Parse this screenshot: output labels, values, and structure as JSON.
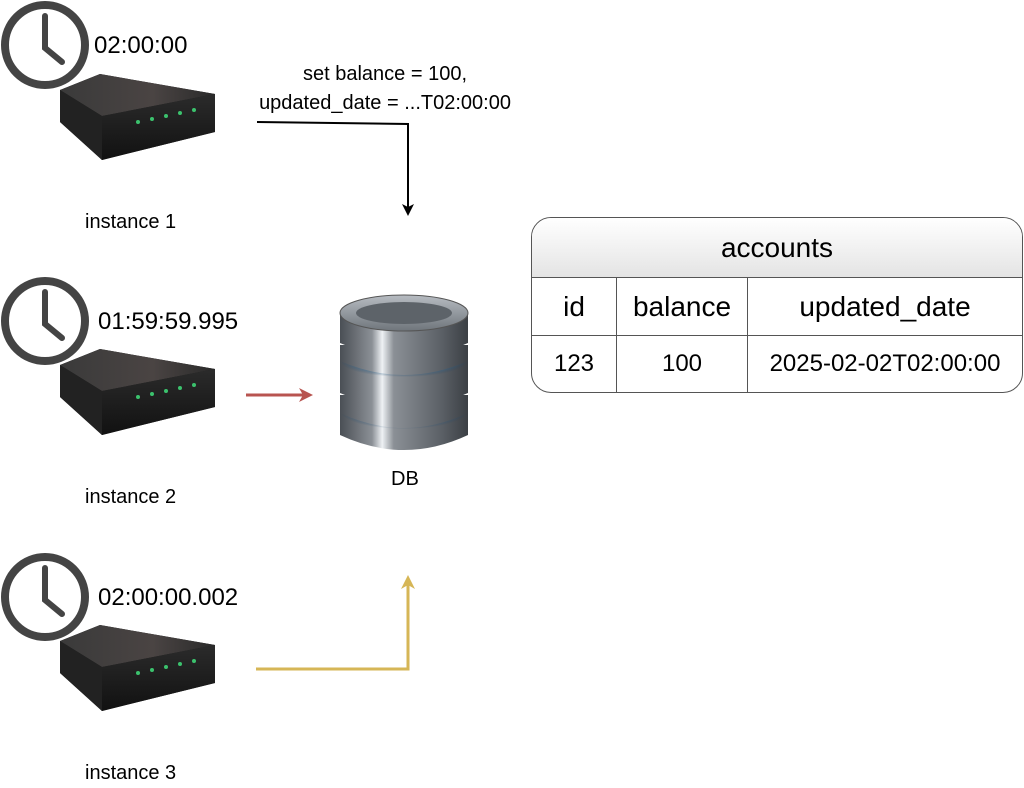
{
  "instances": [
    {
      "label": "instance 1",
      "time": "02:00:00"
    },
    {
      "label": "instance 2",
      "time": "01:59:59.995"
    },
    {
      "label": "instance 3",
      "time": "02:00:00.002"
    }
  ],
  "edge_label": {
    "line1": "set balance = 100,",
    "line2": "updated_date = ...T02:00:00"
  },
  "db": {
    "label": "DB"
  },
  "table": {
    "title": "accounts",
    "columns": [
      "id",
      "balance",
      "updated_date"
    ],
    "rows": [
      [
        "123",
        "100",
        "2025-02-02T02:00:00"
      ]
    ]
  },
  "colors": {
    "arrow1": "#000000",
    "arrow2": "#b85450",
    "arrow3": "#d6b656"
  },
  "icons": {
    "clock": "clock-icon",
    "router": "router-icon",
    "database": "database-icon"
  }
}
